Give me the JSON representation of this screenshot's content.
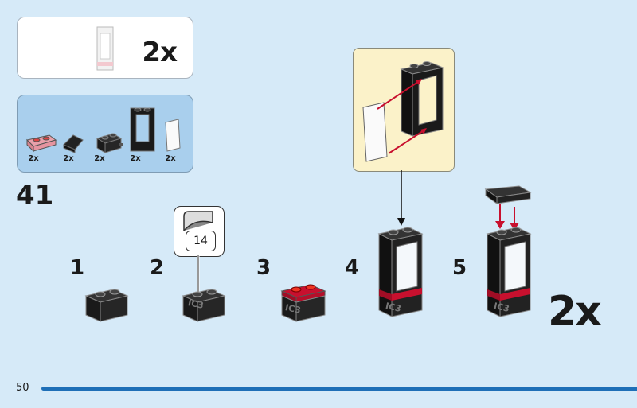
{
  "page": {
    "number": "50"
  },
  "subassembly": {
    "quantity": "2x"
  },
  "parts_needed": [
    {
      "name": "red-plate-1x2",
      "quantity": "2x"
    },
    {
      "name": "black-slope-1x1",
      "quantity": "2x"
    },
    {
      "name": "black-brick-clip",
      "quantity": "2x"
    },
    {
      "name": "black-window-frame",
      "quantity": "2x"
    },
    {
      "name": "transparent-glass",
      "quantity": "2x"
    }
  ],
  "step": {
    "number": "41",
    "multiplier": "2x"
  },
  "sub_steps": [
    "1",
    "2",
    "3",
    "4",
    "5"
  ],
  "sticker": {
    "number": "14"
  },
  "brick_print": [
    "IC3",
    "IC3",
    "IC3",
    "IC3"
  ],
  "colors": {
    "background": "#d6eaf8",
    "accent": "#1e6fb7",
    "brick_red": "#c8102e",
    "inset": "#fbf2c9"
  }
}
